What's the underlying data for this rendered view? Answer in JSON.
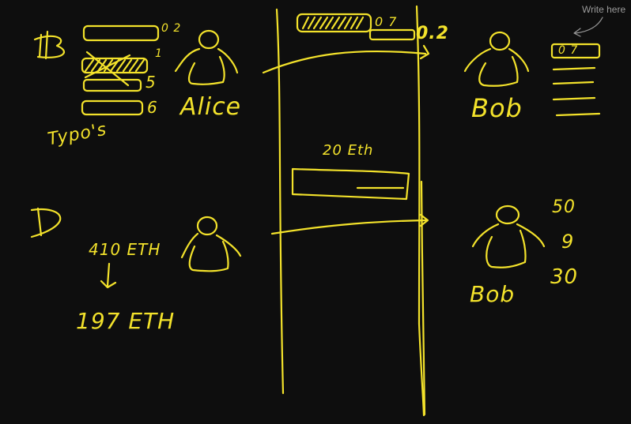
{
  "whiteboard": {
    "hint_text": "Write here",
    "ink_color": "#f3e22b",
    "background": "#0e0e0e",
    "labels": {
      "alice": "Alice",
      "bob_top": "Bob",
      "bob_bottom": "Bob",
      "typos": "Typo's",
      "eth_20": "20 Eth",
      "eth_410": "410 ETH",
      "eth_197": "197 ETH",
      "top_box_digits": "0 7",
      "bob_box_digits": "0 7",
      "num_02_left": "0 2",
      "num_1": "1",
      "num_5": "5",
      "num_6": "6",
      "num_02_right": "0.2",
      "num_50": "50",
      "num_9": "9",
      "num_30": "30",
      "bitcoin_symbol": "B",
      "d_symbol": "D"
    }
  }
}
